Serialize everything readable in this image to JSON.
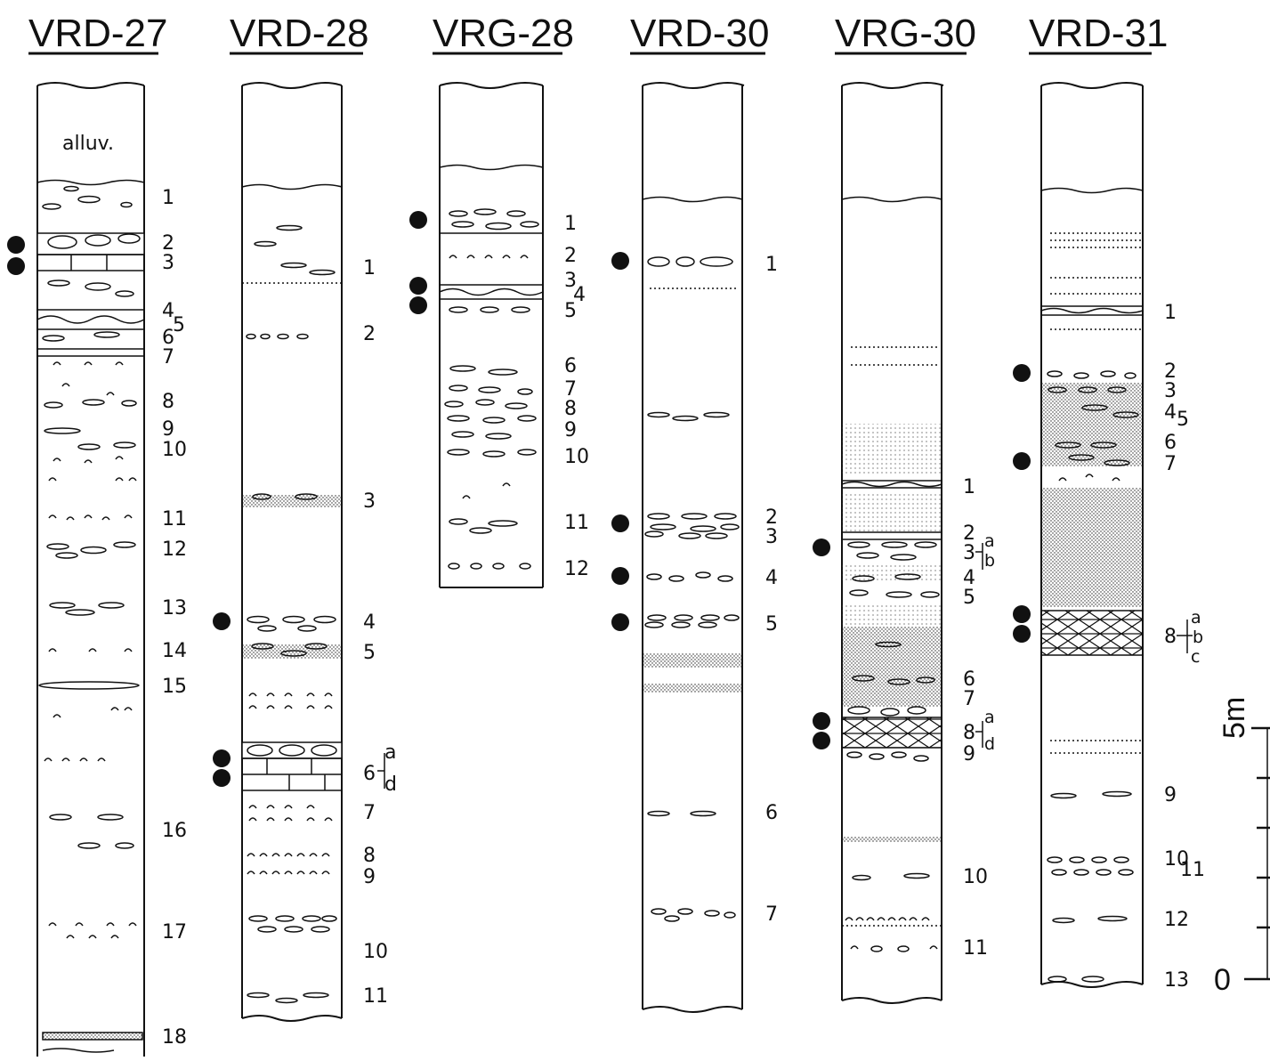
{
  "columns": [
    {
      "title": "VRD-27",
      "top_note": "alluv.",
      "labels": [
        "1",
        "2",
        "3",
        "4",
        "5",
        "6",
        "7",
        "8",
        "9",
        "10",
        "11",
        "12",
        "13",
        "14",
        "15",
        "16",
        "17",
        "18"
      ]
    },
    {
      "title": "VRD-28",
      "labels": [
        "1",
        "2",
        "3",
        "4",
        "5",
        "6",
        "a",
        "d",
        "7",
        "8",
        "9",
        "10",
        "11"
      ]
    },
    {
      "title": "VRG-28",
      "labels": [
        "1",
        "2",
        "3",
        "4",
        "5",
        "6",
        "7",
        "8",
        "9",
        "10",
        "11",
        "12"
      ]
    },
    {
      "title": "VRD-30",
      "labels": [
        "1",
        "2",
        "3",
        "4",
        "5",
        "6",
        "7"
      ]
    },
    {
      "title": "VRG-30",
      "labels": [
        "1",
        "2",
        "3",
        "a",
        "b",
        "4",
        "5",
        "6",
        "7",
        "8",
        "a",
        "d",
        "9",
        "10",
        "11"
      ]
    },
    {
      "title": "VRD-31",
      "labels": [
        "1",
        "2",
        "3",
        "4",
        "5",
        "6",
        "7",
        "8",
        "a",
        "b",
        "c",
        "9",
        "10",
        "11",
        "12",
        "13"
      ]
    }
  ],
  "scale": {
    "top_label": "5m",
    "bottom_label": "0"
  }
}
